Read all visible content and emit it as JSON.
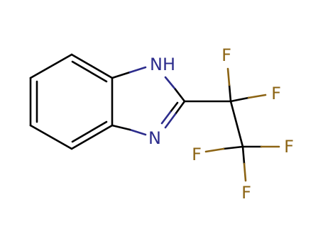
{
  "molecule": {
    "atoms": {
      "nh": "NH",
      "n": "N",
      "f1": "F",
      "f2": "F",
      "f3": "F",
      "f4": "F",
      "f5": "F"
    },
    "colors": {
      "bond": "#000000",
      "nitrogen": "#2c2c8c",
      "fluorine": "#8c6414"
    }
  }
}
